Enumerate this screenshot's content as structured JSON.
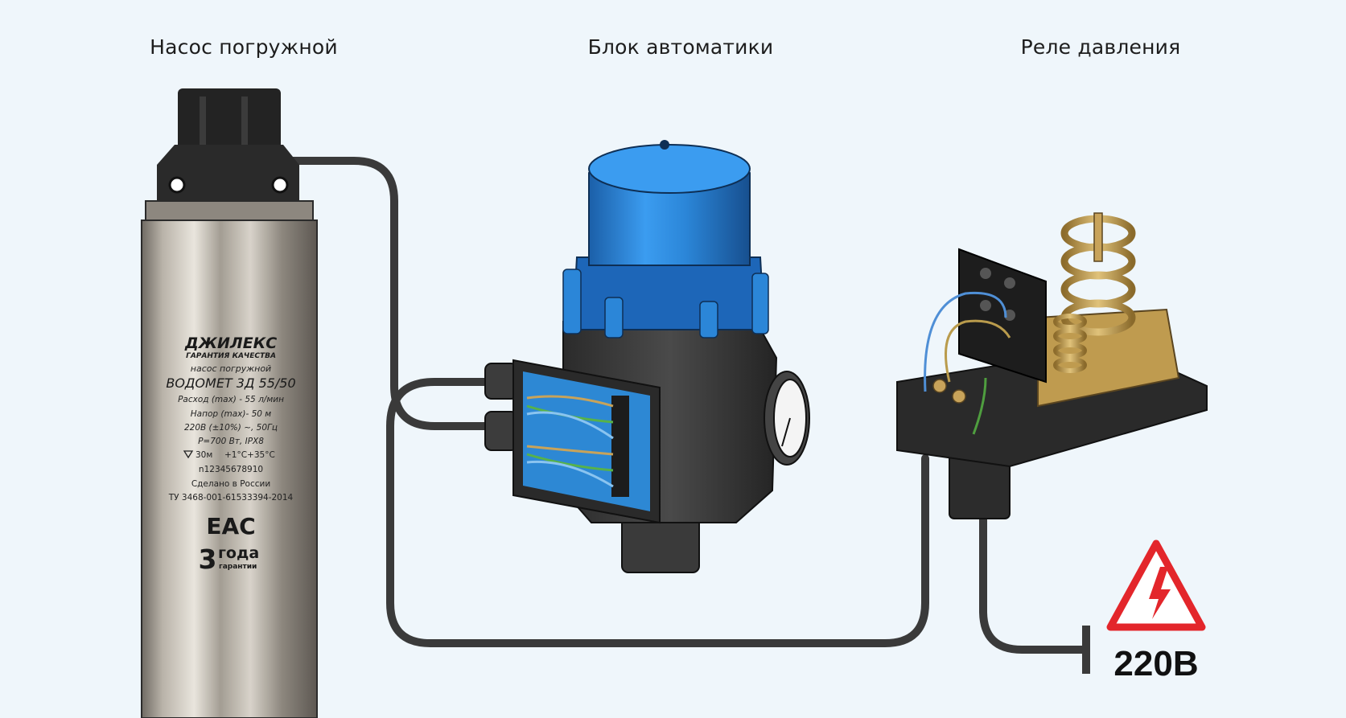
{
  "headings": {
    "pump": "Насос погружной",
    "controller": "Блок автоматики",
    "relay": "Реле давления"
  },
  "pump_label": {
    "brand": "ДЖИЛЕКС",
    "brand_tagline": "ГАРАНТИЯ КАЧЕСТВА",
    "type": "насос погружной",
    "model": "ВОДОМЕТ 3Д 55/50",
    "flow": "Расход (max) - 55 л/мин",
    "head": "Напор (max)- 50 м",
    "voltage": "220В (±10%) ~, 50Гц",
    "power": "Р=700 Вт, IPX8",
    "depth": "30м",
    "temp": "+1°С+35°С",
    "serial": "n12345678910",
    "made_in": "Сделано в России",
    "standard": "ТУ 3468-001-61533394-2014",
    "cert_mark": "EAC",
    "warranty_number": "3",
    "warranty_word": "года",
    "warranty_sub": "гарантии"
  },
  "power_source": {
    "voltage_label": "220В"
  },
  "colors": {
    "background": "#eff6fb",
    "cable": "#3a3a3a",
    "controller_cap": "#2f8fe0",
    "warning_red": "#e3262b",
    "brass": "#c8a35a"
  }
}
